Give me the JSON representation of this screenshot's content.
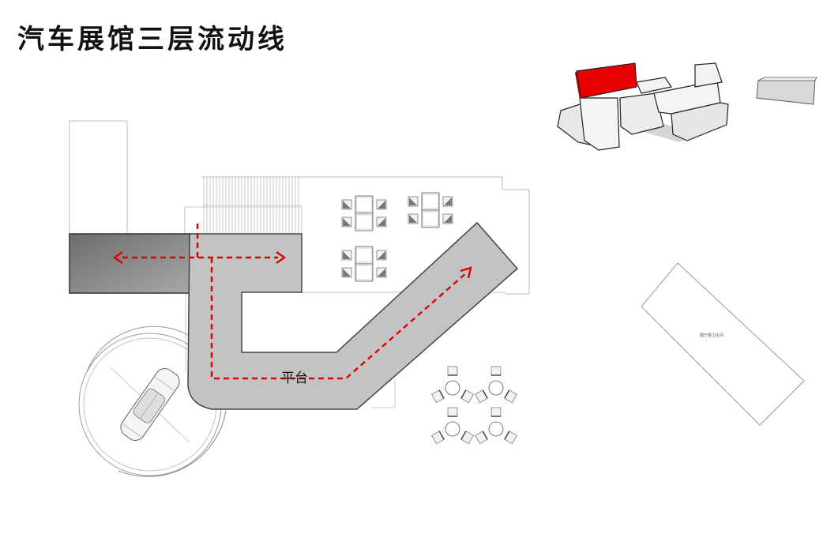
{
  "title": "汽车展馆三层流动线",
  "labels": {
    "platform": "平台",
    "room": "展厅楼卫生间"
  },
  "colors": {
    "flow_arrow": "#e00000",
    "platform_fill": "#c3c3c3",
    "dark_block_fill": "#8a8a8a",
    "highlight_block": "#e60000"
  }
}
